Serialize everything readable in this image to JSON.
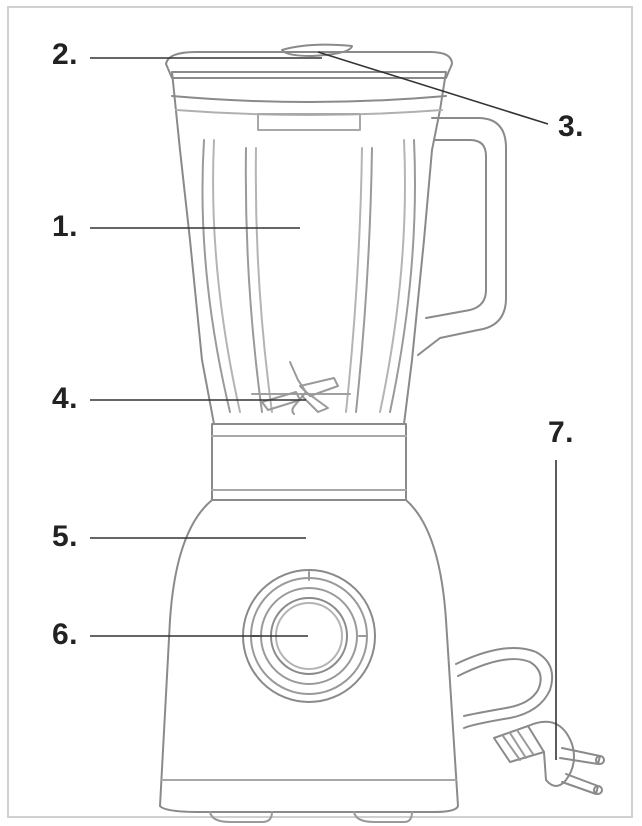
{
  "callouts": [
    {
      "label": "1.",
      "name": "jug"
    },
    {
      "label": "2.",
      "name": "lid"
    },
    {
      "label": "3.",
      "name": "lid-cap"
    },
    {
      "label": "4.",
      "name": "blade"
    },
    {
      "label": "5.",
      "name": "motor-base"
    },
    {
      "label": "6.",
      "name": "speed-dial"
    },
    {
      "label": "7.",
      "name": "power-plug"
    }
  ],
  "colors": {
    "outline": "#8a8a8a",
    "lead": "#333333",
    "frame": "#d0d0d0",
    "text": "#222222"
  },
  "icons": [
    "blender-illustration"
  ]
}
